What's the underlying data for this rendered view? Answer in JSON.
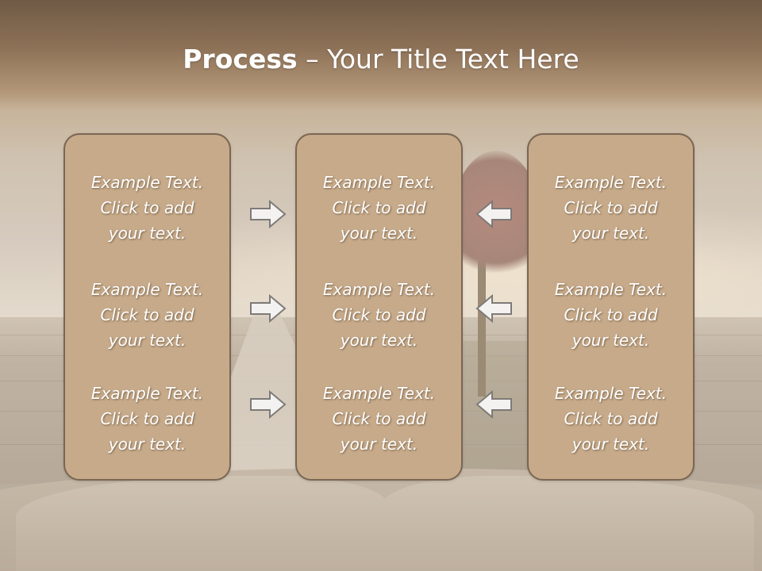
{
  "slide": {
    "title_bold": "Process",
    "title_rest": " – Your Title Text Here"
  },
  "columns": [
    {
      "blocks": [
        {
          "line1": "Example Text.",
          "line2": "Click  to add",
          "line3": "your text."
        },
        {
          "line1": "Example Text.",
          "line2": "Click  to add",
          "line3": "your text."
        },
        {
          "line1": "Example Text.",
          "line2": "Click  to add",
          "line3": "your text."
        }
      ]
    },
    {
      "blocks": [
        {
          "line1": "Example Text.",
          "line2": "Click  to add",
          "line3": "your text."
        },
        {
          "line1": "Example Text.",
          "line2": "Click  to add",
          "line3": "your text."
        },
        {
          "line1": "Example Text.",
          "line2": "Click  to add",
          "line3": "your text."
        }
      ]
    },
    {
      "blocks": [
        {
          "line1": "Example Text.",
          "line2": "Click  to add",
          "line3": "your text."
        },
        {
          "line1": "Example Text.",
          "line2": "Click  to add",
          "line3": "your text."
        },
        {
          "line1": "Example Text.",
          "line2": "Click  to add",
          "line3": "your text."
        }
      ]
    }
  ],
  "arrows": {
    "left_group": "right-arrow-icon",
    "right_group": "left-arrow-icon"
  },
  "colors": {
    "box_fill": "#c6aa8a",
    "box_border": "#7a6653",
    "arrow_fill": "#f4f2f0",
    "arrow_stroke": "#7d7a78",
    "text": "#ffffff"
  }
}
